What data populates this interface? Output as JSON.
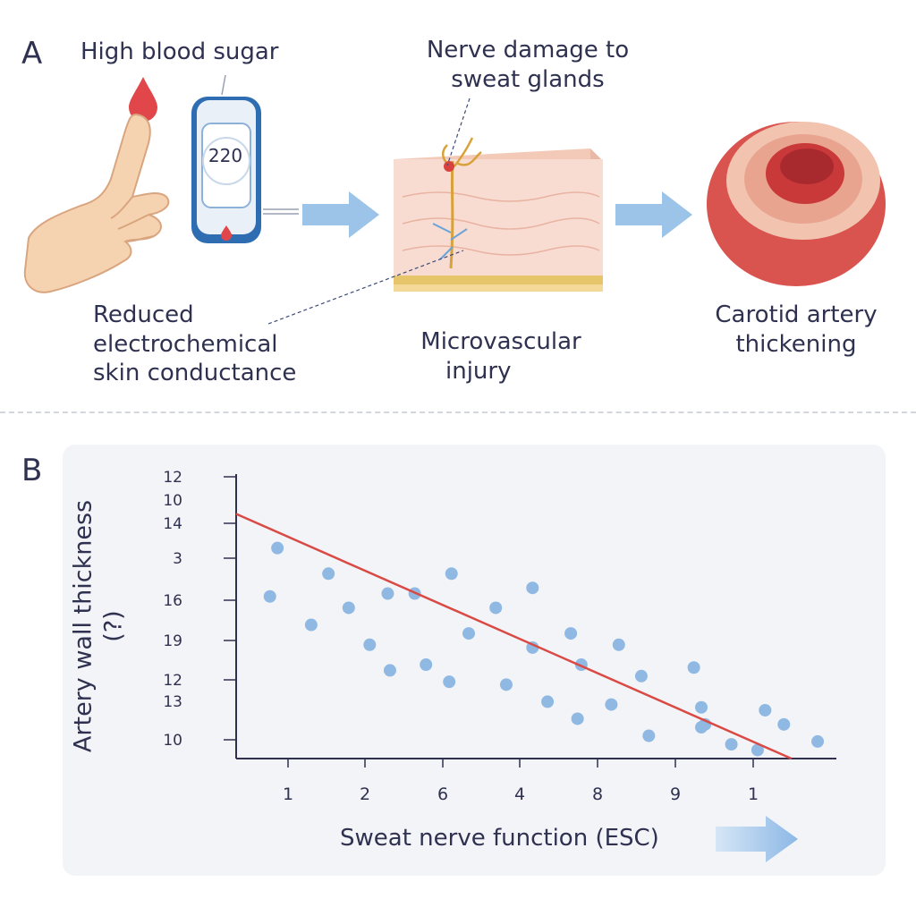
{
  "panel_a": {
    "letter": "A",
    "high_blood_sugar": "High blood sugar",
    "meter_reading": "220",
    "nerve_damage_line1": "Nerve damage to",
    "nerve_damage_line2": "sweat glands",
    "reduced_line1": "Reduced",
    "reduced_line2": "electrochemical",
    "reduced_line3": "skin conductance",
    "micro_line1": "Microvascular",
    "micro_line2": "injury",
    "carotid_line1": "Carotid artery",
    "carotid_line2": "thickening",
    "colors": {
      "arrow": "#9cc3e8",
      "blood": "#e0464a",
      "artery": "#d9534f",
      "skin": "#f6d9cf"
    }
  },
  "panel_b": {
    "letter": "B",
    "ylabel_line1": "Artery wall thickness",
    "ylabel_line2": "(?)",
    "xlabel": "Sweat nerve function (ESC)"
  },
  "chart_data": {
    "type": "scatter",
    "xlabel": "Sweat nerve function (ESC)",
    "ylabel": "Artery wall thickness (?)",
    "x_tick_labels": [
      "1",
      "2",
      "6",
      "4",
      "8",
      "9",
      "1"
    ],
    "y_tick_labels": [
      "12",
      "10",
      "14",
      "3",
      "16",
      "19",
      "12",
      "13",
      "10"
    ],
    "xlim": [
      0,
      8
    ],
    "ylim": [
      0,
      10
    ],
    "grid": false,
    "trend_color": "#d94a45",
    "point_color": "#8fb9e3",
    "trendline": {
      "x": [
        0.0,
        7.4
      ],
      "y": [
        8.6,
        0.0
      ]
    },
    "points": [
      {
        "x": 0.55,
        "y": 7.4
      },
      {
        "x": 0.45,
        "y": 5.7
      },
      {
        "x": 1.0,
        "y": 4.7
      },
      {
        "x": 1.23,
        "y": 6.5
      },
      {
        "x": 1.5,
        "y": 5.3
      },
      {
        "x": 1.78,
        "y": 4.0
      },
      {
        "x": 2.02,
        "y": 5.8
      },
      {
        "x": 2.05,
        "y": 3.1
      },
      {
        "x": 2.38,
        "y": 5.8
      },
      {
        "x": 2.53,
        "y": 3.3
      },
      {
        "x": 2.84,
        "y": 2.7
      },
      {
        "x": 2.87,
        "y": 6.5
      },
      {
        "x": 3.1,
        "y": 4.4
      },
      {
        "x": 3.46,
        "y": 5.3
      },
      {
        "x": 3.6,
        "y": 2.6
      },
      {
        "x": 3.95,
        "y": 6.0
      },
      {
        "x": 3.95,
        "y": 3.9
      },
      {
        "x": 4.15,
        "y": 2.0
      },
      {
        "x": 4.46,
        "y": 4.4
      },
      {
        "x": 4.55,
        "y": 1.4
      },
      {
        "x": 4.6,
        "y": 3.3
      },
      {
        "x": 5.0,
        "y": 1.9
      },
      {
        "x": 5.1,
        "y": 4.0
      },
      {
        "x": 5.4,
        "y": 2.9
      },
      {
        "x": 5.5,
        "y": 0.8
      },
      {
        "x": 6.1,
        "y": 3.2
      },
      {
        "x": 6.2,
        "y": 1.8
      },
      {
        "x": 6.25,
        "y": 1.2
      },
      {
        "x": 6.2,
        "y": 1.1
      },
      {
        "x": 6.6,
        "y": 0.5
      },
      {
        "x": 6.95,
        "y": 0.3
      },
      {
        "x": 7.05,
        "y": 1.7
      },
      {
        "x": 7.3,
        "y": 1.2
      },
      {
        "x": 7.75,
        "y": 0.6
      }
    ]
  }
}
